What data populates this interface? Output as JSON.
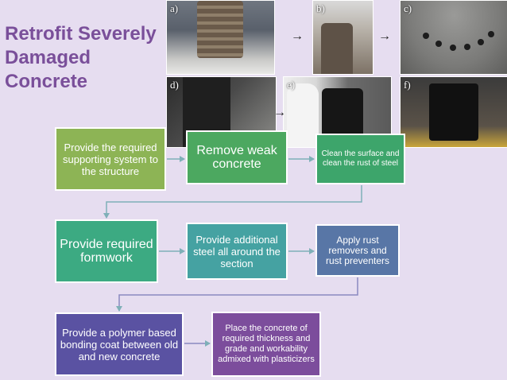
{
  "title": {
    "lines": [
      "Retrofit Severely",
      "Damaged",
      "Concrete"
    ]
  },
  "photos": [
    {
      "label": "a)"
    },
    {
      "label": "b)"
    },
    {
      "label": "c)"
    },
    {
      "label": "d)"
    },
    {
      "label": "e)"
    },
    {
      "label": "f)"
    }
  ],
  "photo_arrows": [
    "→",
    "→",
    "→"
  ],
  "steps": [
    {
      "text": "Provide the required supporting system to the structure"
    },
    {
      "text": "Remove weak concrete"
    },
    {
      "text": "Clean the surface and clean the rust of steel"
    },
    {
      "text": "Provide required formwork"
    },
    {
      "text": "Provide additional steel all around the section"
    },
    {
      "text": "Apply rust removers and rust preventers"
    },
    {
      "text": "Provide a polymer based bonding coat between old and new concrete"
    },
    {
      "text": "Place the concrete of required thickness and grade and workability admixed with plasticizers"
    }
  ],
  "colors": {
    "background": "#e6ddf0",
    "title": "#7a4f9a",
    "connector": "#7fb0b8"
  }
}
